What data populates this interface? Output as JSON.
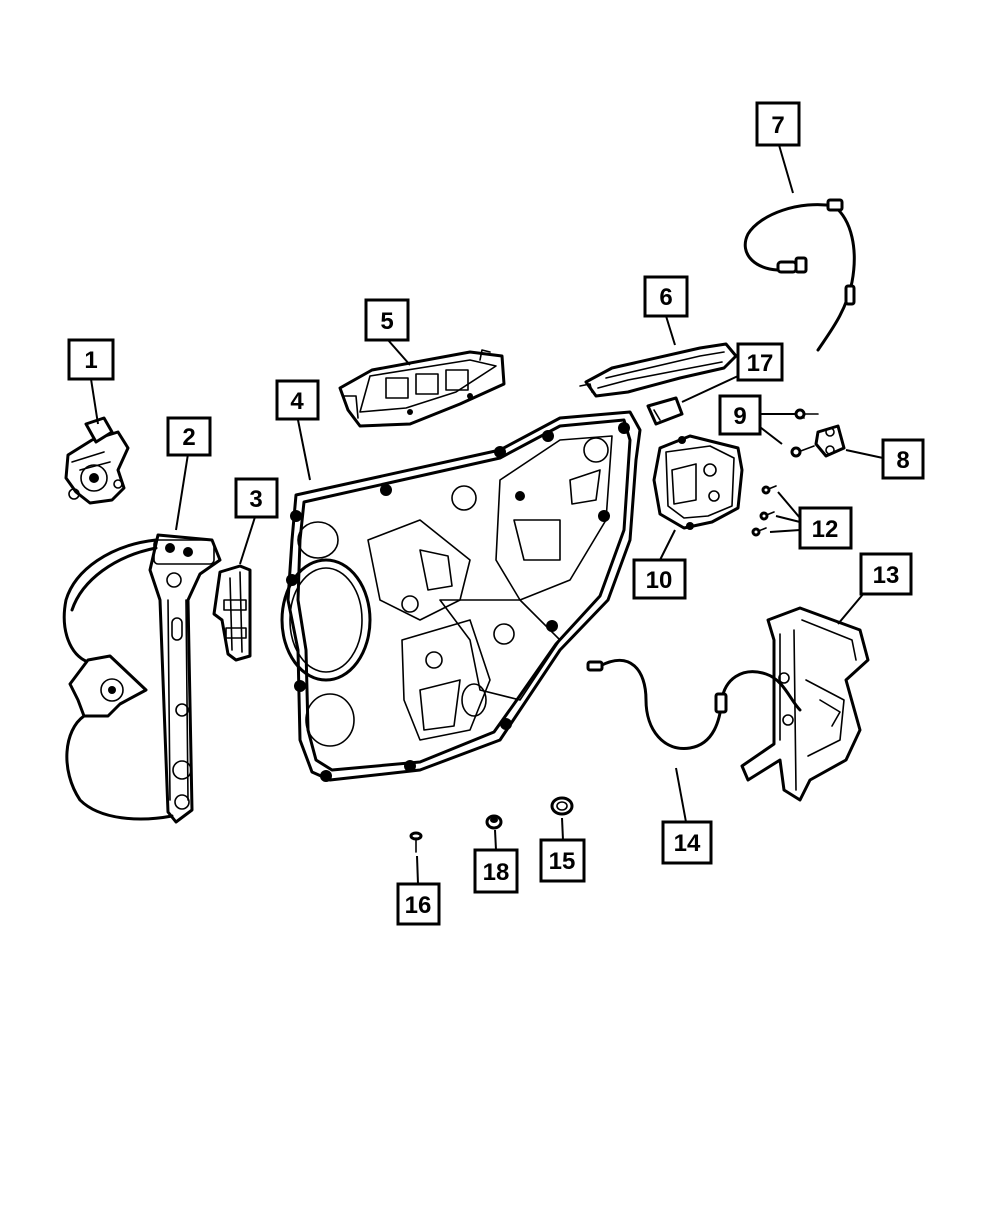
{
  "callouts": [
    {
      "id": "c1",
      "label": "1"
    },
    {
      "id": "c2",
      "label": "2"
    },
    {
      "id": "c3",
      "label": "3"
    },
    {
      "id": "c4",
      "label": "4"
    },
    {
      "id": "c5",
      "label": "5"
    },
    {
      "id": "c6",
      "label": "6"
    },
    {
      "id": "c7",
      "label": "7"
    },
    {
      "id": "c8",
      "label": "8"
    },
    {
      "id": "c9",
      "label": "9"
    },
    {
      "id": "c10",
      "label": "10"
    },
    {
      "id": "c12",
      "label": "12"
    },
    {
      "id": "c13",
      "label": "13"
    },
    {
      "id": "c14",
      "label": "14"
    },
    {
      "id": "c15",
      "label": "15"
    },
    {
      "id": "c16",
      "label": "16"
    },
    {
      "id": "c17",
      "label": "17"
    },
    {
      "id": "c18",
      "label": "18"
    }
  ]
}
